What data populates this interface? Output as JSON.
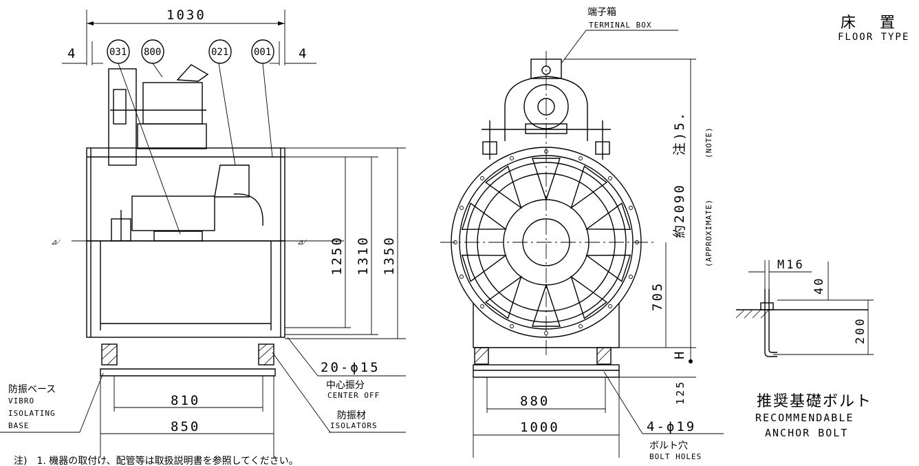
{
  "title": {
    "jp": "床 置 形",
    "en": "FLOOR TYPE"
  },
  "terminal_box": {
    "jp": "端子箱",
    "en": "TERMINAL BOX"
  },
  "part_numbers": [
    "031",
    "800",
    "021",
    "001"
  ],
  "left_view": {
    "width_overall": "1030",
    "gap_left": "4",
    "gap_right": "4",
    "heights": [
      "1250",
      "1310",
      "1350"
    ],
    "base_inner": "810",
    "base_outer": "850",
    "holes": "20-ϕ15",
    "center_off": {
      "jp": "中心振分",
      "en": "CENTER OFF"
    },
    "isolators": {
      "jp": "防振材",
      "en": "ISOLATORS"
    },
    "vibro_base": {
      "jp": "防振ベース",
      "en_lines": [
        "VIBRO",
        "ISOLATING",
        "BASE"
      ]
    }
  },
  "right_view": {
    "height_approx": "約2090",
    "note_ref": "注)5.",
    "approx_en": "(APPROXIMATE)",
    "note_en": "(NOTE)",
    "center_height": "705",
    "h_label": "H",
    "base_height": "125",
    "base_inner": "880",
    "base_outer": "1000",
    "bolt_holes_spec": "4-ϕ19",
    "bolt_holes": {
      "jp": "ボルト穴",
      "en": "BOLT HOLES"
    }
  },
  "anchor_bolt": {
    "thread": "M16",
    "projection": "40",
    "depth": "200",
    "jp": "推奨基礎ボルト",
    "en_lines": [
      "RECOMMENDABLE",
      "ANCHOR BOLT"
    ]
  },
  "footnote": "注)　1. 機器の取付け、配管等は取扱説明書を参照してください。"
}
